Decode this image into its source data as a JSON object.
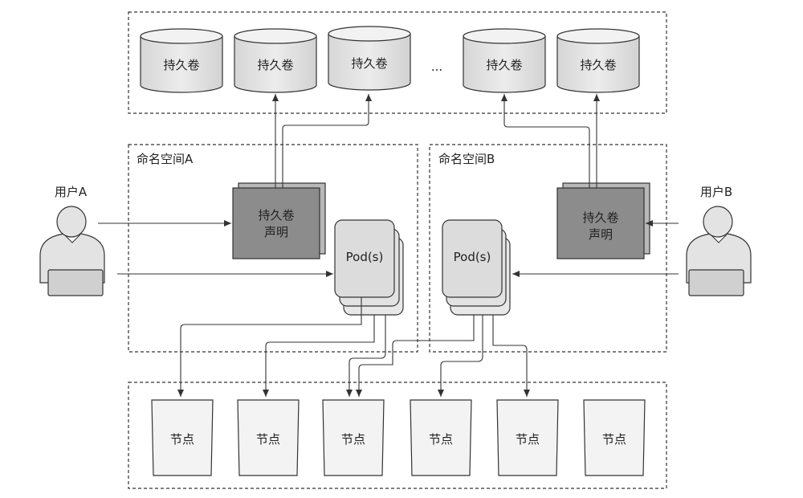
{
  "storage": {
    "volumes": [
      "持久卷",
      "持久卷",
      "持久卷",
      "持久卷",
      "持久卷"
    ],
    "ellipsis": "..."
  },
  "namespaces": {
    "a": {
      "label": "命名空间A",
      "pvc": [
        "持久卷",
        "声明"
      ],
      "pods": "Pod(s)"
    },
    "b": {
      "label": "命名空间B",
      "pvc": [
        "持久卷",
        "声明"
      ],
      "pods": "Pod(s)"
    }
  },
  "users": {
    "a": "用户A",
    "b": "用户B"
  },
  "nodes": [
    "节点",
    "节点",
    "节点",
    "节点",
    "节点",
    "节点"
  ],
  "colors": {
    "volume_fill": "#e6e6e6",
    "pvc_fill": "#8c8c8c",
    "pod_fill": "#dcdcdc",
    "node_fill": "#f3f3f3",
    "user_fill": "#e3e3e3",
    "line": "#333333"
  }
}
